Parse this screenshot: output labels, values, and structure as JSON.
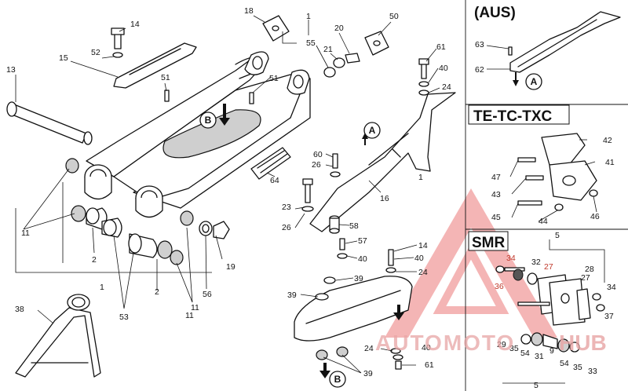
{
  "panels": {
    "aus": "(AUS)",
    "te": "TE-TC-TXC",
    "smr": "SMR"
  },
  "callouts": {
    "a": "A",
    "b": "B"
  },
  "watermark": {
    "text": "AUTOMOTO",
    "hub": "HUB"
  },
  "parts": {
    "p1a": "1",
    "p1b": "1",
    "p1c": "1",
    "p1d": "1",
    "p2a": "2",
    "p2b": "2",
    "p5a": "5",
    "p5b": "5",
    "p9": "9",
    "p11a": "11",
    "p11b": "11",
    "p11c": "11",
    "p13": "13",
    "p14a": "14",
    "p14b": "14",
    "p15": "15",
    "p16": "16",
    "p18": "18",
    "p19": "19",
    "p20": "20",
    "p21": "21",
    "p23": "23",
    "p24a": "24",
    "p24b": "24",
    "p24c": "24",
    "p26a": "26",
    "p26b": "26",
    "p27a": "27",
    "p27b": "27",
    "p28": "28",
    "p29": "29",
    "p31": "31",
    "p32": "32",
    "p33": "33",
    "p34a": "34",
    "p34b": "34",
    "p35a": "35",
    "p35b": "35",
    "p36": "36",
    "p37": "37",
    "p38": "38",
    "p39a": "39",
    "p39b": "39",
    "p39c": "39",
    "p40a": "40",
    "p40b": "40",
    "p40c": "40",
    "p40d": "40",
    "p41": "41",
    "p42": "42",
    "p43": "43",
    "p44": "44",
    "p45": "45",
    "p46": "46",
    "p47": "47",
    "p50": "50",
    "p51a": "51",
    "p51b": "51",
    "p52": "52",
    "p53": "53",
    "p54a": "54",
    "p54b": "54",
    "p55": "55",
    "p56": "56",
    "p57": "57",
    "p58": "58",
    "p60": "60",
    "p61a": "61",
    "p61b": "61",
    "p62": "62",
    "p63": "63",
    "p64": "64"
  }
}
